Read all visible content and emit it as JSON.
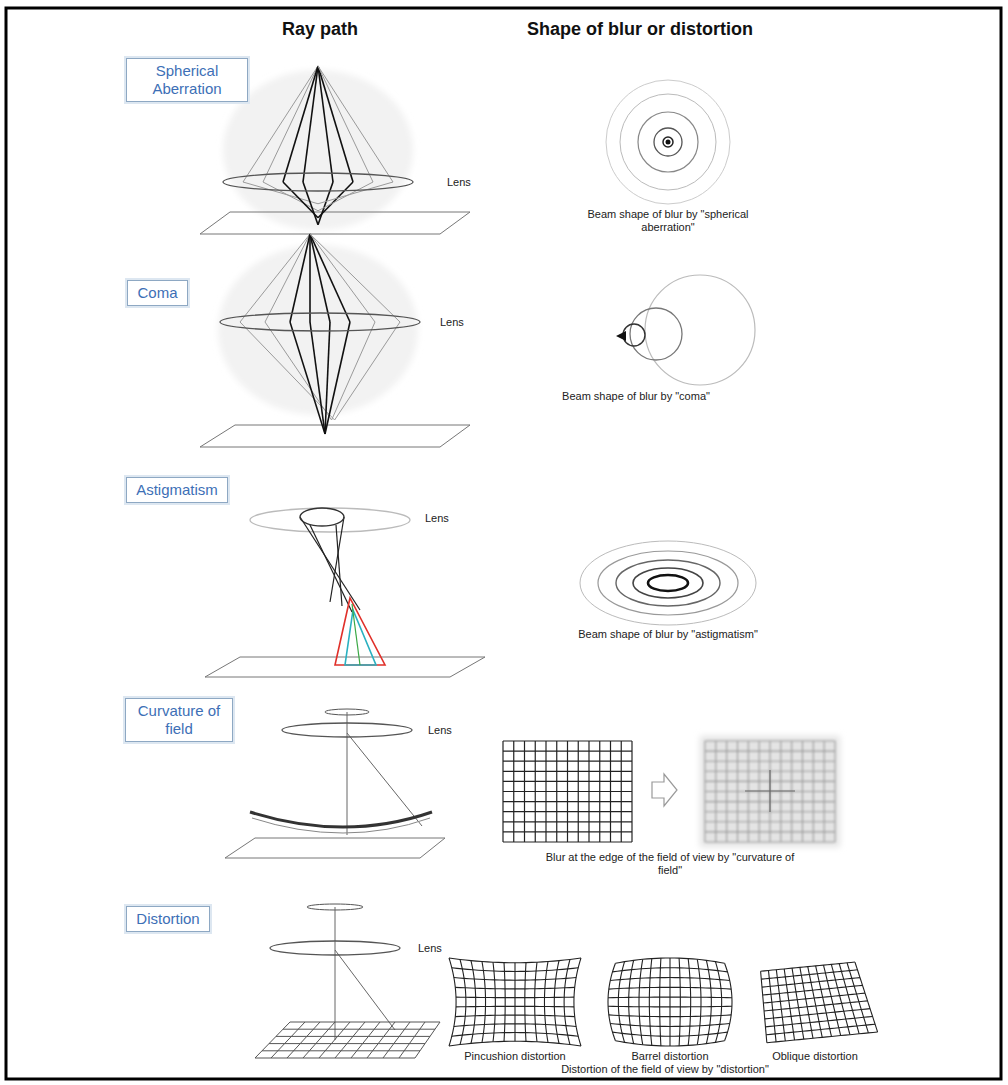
{
  "diagram": {
    "nodes": [
      {
        "text": [
          "Spherical Aberration"
        ]
      },
      {
        "text": [
          "Coma"
        ]
      },
      {
        "text": [
          "Astigmatism"
        ]
      },
      {
        "text": [
          "Curvature of field"
        ]
      },
      {
        "text": [
          "Distortion"
        ]
      }
    ],
    "labels": [
      "Ray path",
      "Shape of blur or distortion",
      "Lens",
      "Beam shape of blur by \"spherical aberration\"",
      "Lens",
      "Beam shape of blur by \"coma\"",
      "Lens",
      "Beam shape of blur by \"astigmatism\"",
      "Lens",
      "Blur at the edge of the field of view by \"curvature of field\"",
      "Lens",
      "Pincushion distortion",
      "Barrel distortion",
      "Oblique distortion",
      "Distortion of the field of view by \"distortion\""
    ]
  }
}
